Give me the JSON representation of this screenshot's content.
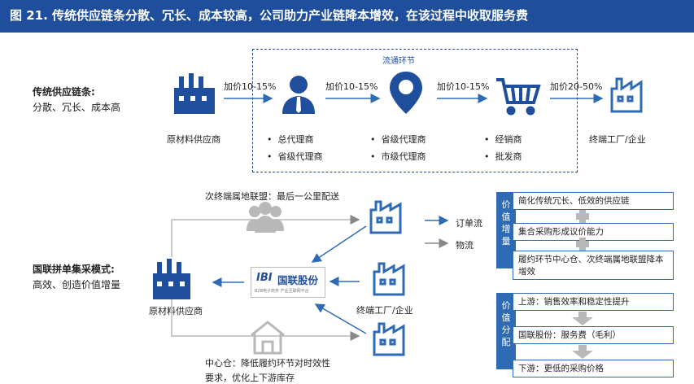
{
  "title": "图 21. 传统供应链条分散、冗长、成本较高，公司助力产业链降本增效，在该过程中收取服务费",
  "traditional": {
    "heading": "传统供应链条:",
    "desc": "分散、冗长、成本高",
    "circulation_label": "流通环节",
    "markups": [
      "加价10-15%",
      "加价10-15%",
      "加价10-15%",
      "加价20-50%"
    ],
    "supplier_label": "原材料供应商",
    "end_label": "终端工厂/企业",
    "col1": [
      "总代理商",
      "省级代理商"
    ],
    "col2": [
      "省级代理商",
      "市级代理商"
    ],
    "col3": [
      "经销商",
      "批发商"
    ]
  },
  "guolian": {
    "heading": "国联拼单集采模式:",
    "desc": "高效、创造价值增量",
    "alliance_label": "次终端属地联盟：最后一公里配送",
    "order_flow": "订单流",
    "goods_flow": "物流",
    "supplier_label": "原材料供应商",
    "end_label": "终端工厂/企业",
    "logo_text": "国联股份",
    "logo_sub": "B2B电子商务 产业互联网平台",
    "warehouse_label_1": "中心仓：降低履约环节对时效性",
    "warehouse_label_2": "要求，优化上下游库存"
  },
  "value_add": {
    "side_label": "价值增量",
    "items": [
      "简化传统冗长、低效的供应链",
      "集合采购形成议价能力",
      "履约环节中心仓、次终端属地联盟降本增效"
    ]
  },
  "value_dist": {
    "side_label": "价值分配",
    "items": [
      "上游：销售效率和稳定性提升",
      "国联股份：服务费（毛利）",
      "下游：更低的采购价格"
    ]
  },
  "colors": {
    "brand_blue": "#1f4e9c",
    "accent_blue": "#2f6bb5",
    "gray": "#b8b8b8"
  }
}
